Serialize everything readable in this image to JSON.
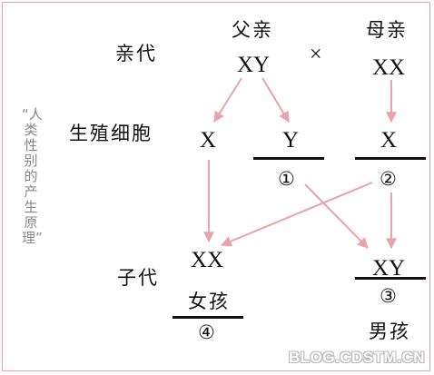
{
  "side_title": "“人类性别的产生原理”",
  "rows": {
    "parent": "亲代",
    "gamete": "生殖细胞",
    "offspring": "子代"
  },
  "parents": {
    "father_label": "父亲",
    "mother_label": "母亲",
    "cross_symbol": "×",
    "father_genotype": "XY",
    "mother_genotype": "XX"
  },
  "gametes": {
    "father_x": "X",
    "father_y": "Y",
    "mother_x": "X",
    "blank_1": "①",
    "blank_2": "②"
  },
  "offspring": {
    "female_genotype": "XX",
    "female_label": "女孩",
    "blank_4": "④",
    "male_genotype": "XY",
    "male_label": "男孩",
    "blank_3": "③"
  },
  "watermark": "BLOG.CDSTM.CN",
  "colors": {
    "arrow": "#e8a3ab",
    "border": "#e3a3aa",
    "text": "#111111",
    "side_title": "#888888"
  }
}
